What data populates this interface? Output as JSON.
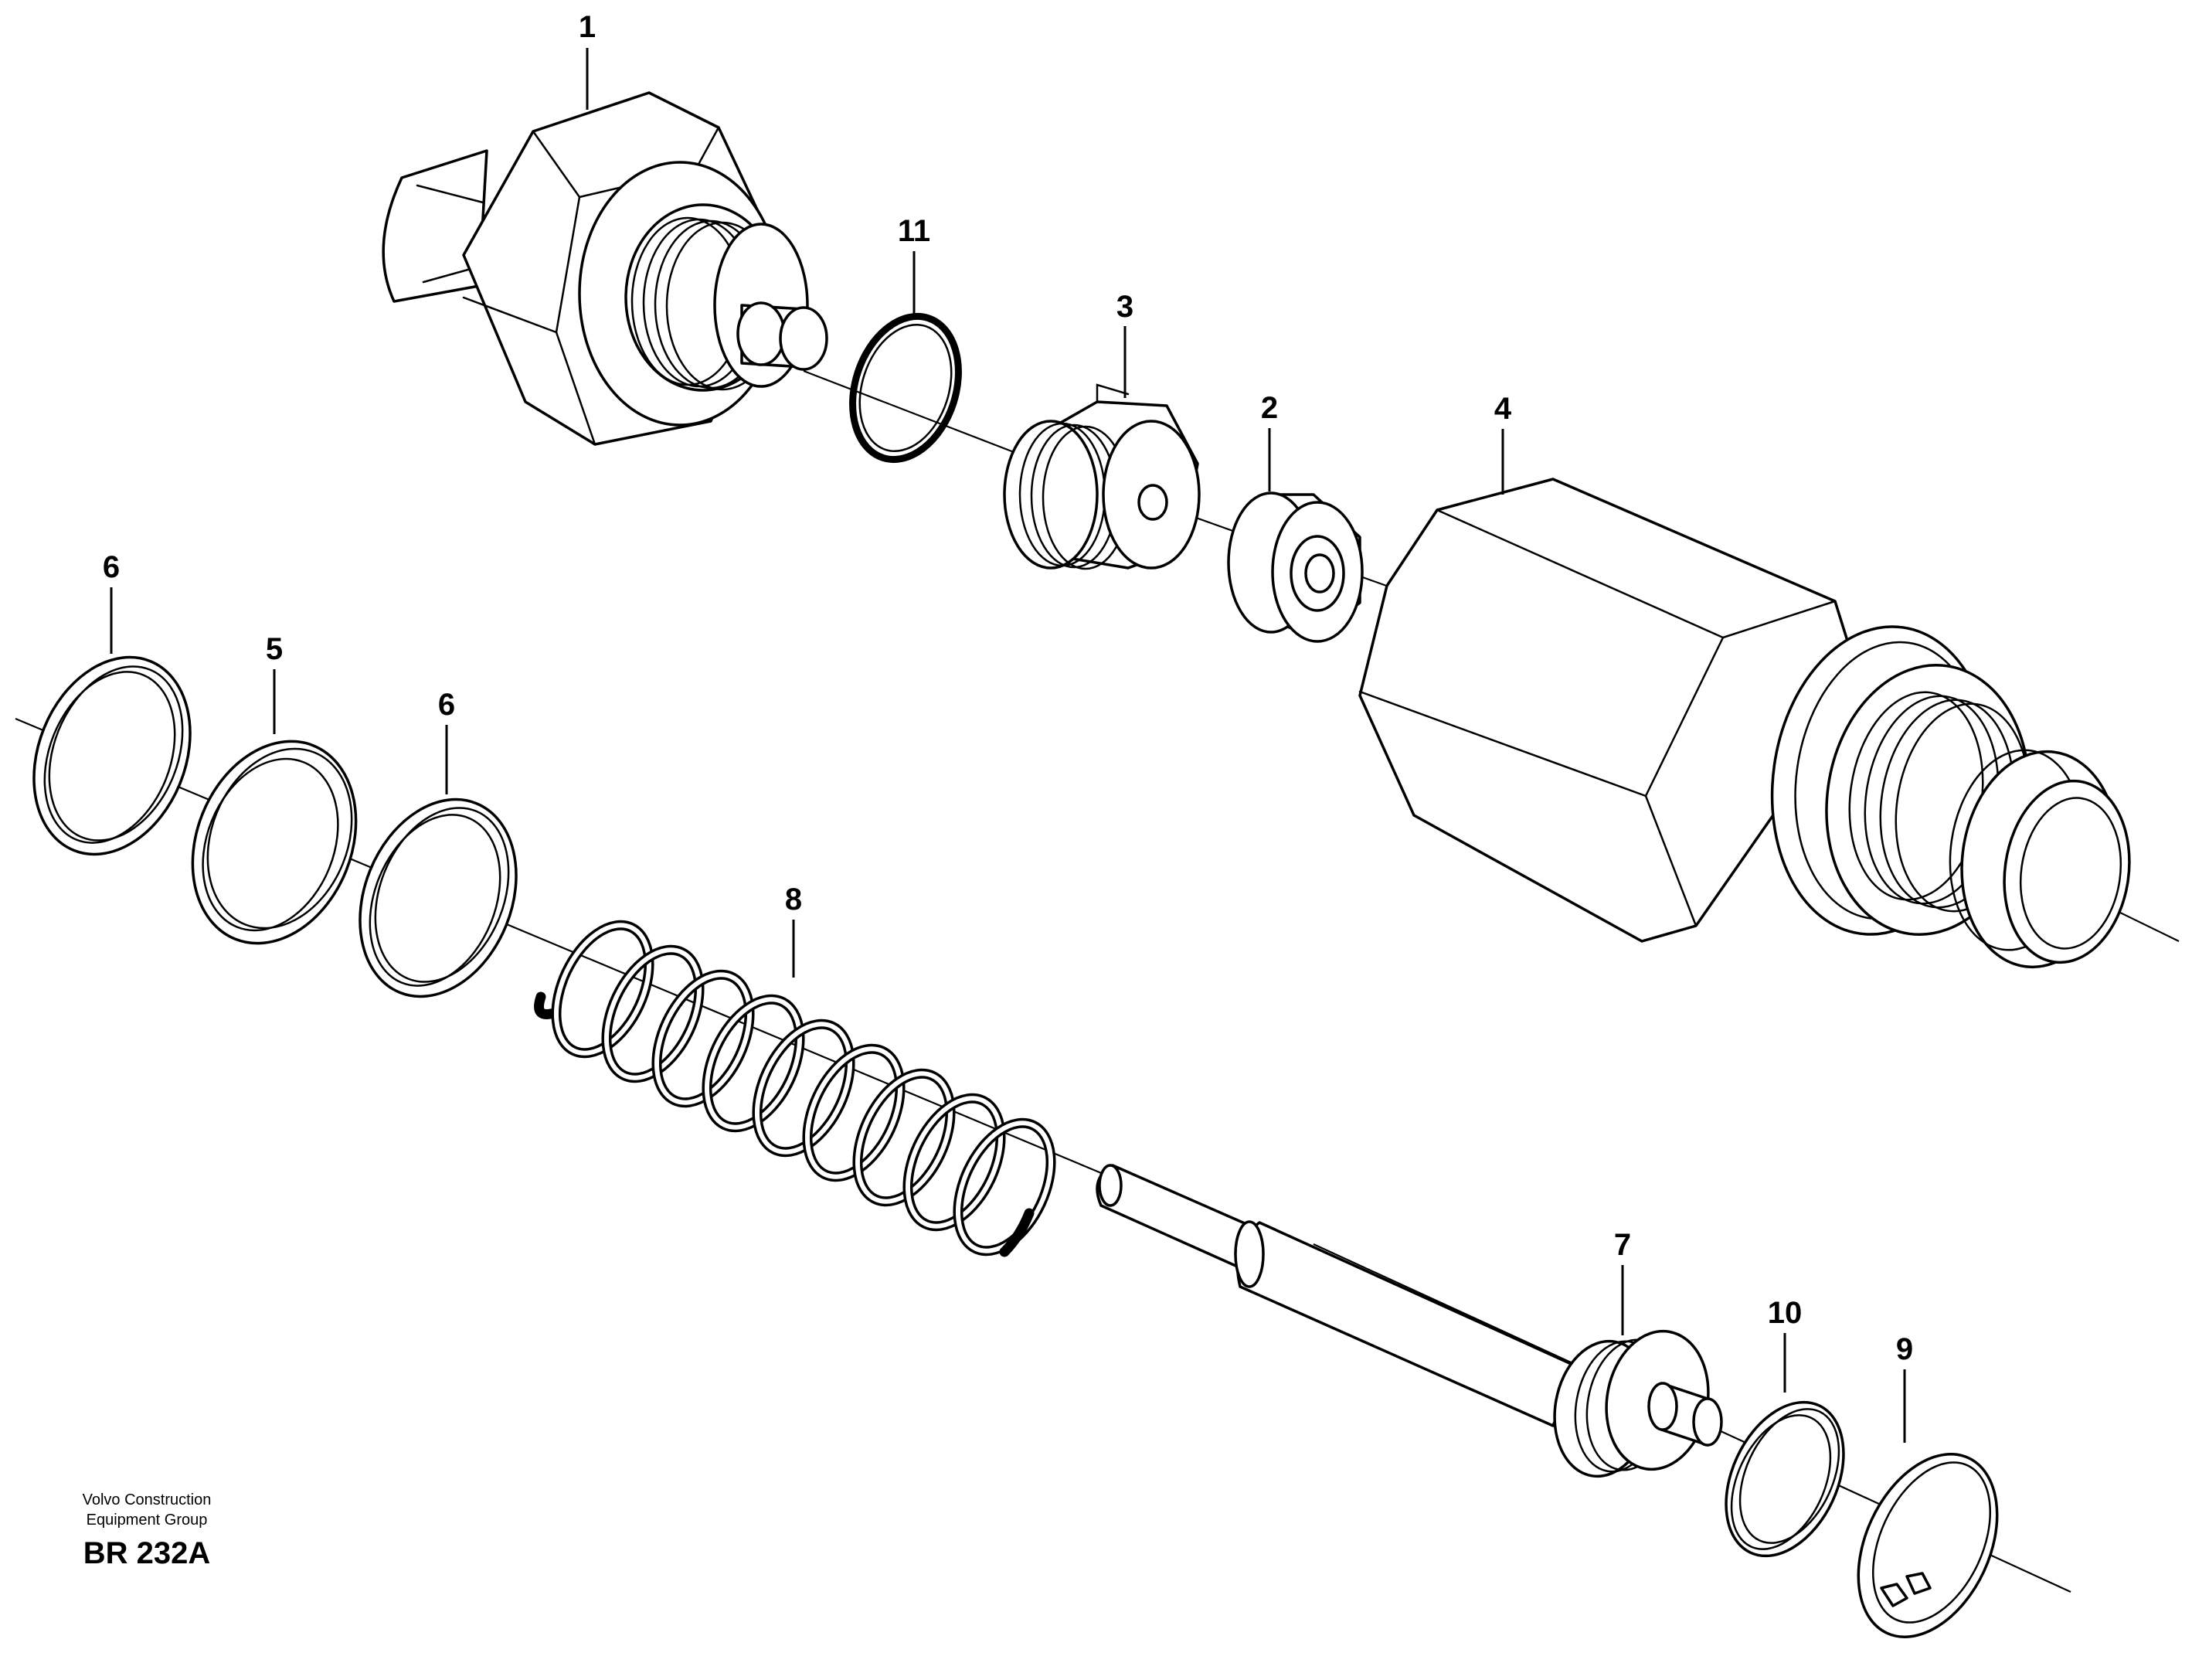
{
  "callouts": {
    "c1": "1",
    "c11": "11",
    "c3": "3",
    "c2": "2",
    "c4": "4",
    "c6a": "6",
    "c5": "5",
    "c6b": "6",
    "c8": "8",
    "c7": "7",
    "c10": "10",
    "c9": "9"
  },
  "footer": {
    "company_line1": "Volvo Construction",
    "company_line2": "Equipment Group",
    "figure_code": "BR 232A"
  }
}
